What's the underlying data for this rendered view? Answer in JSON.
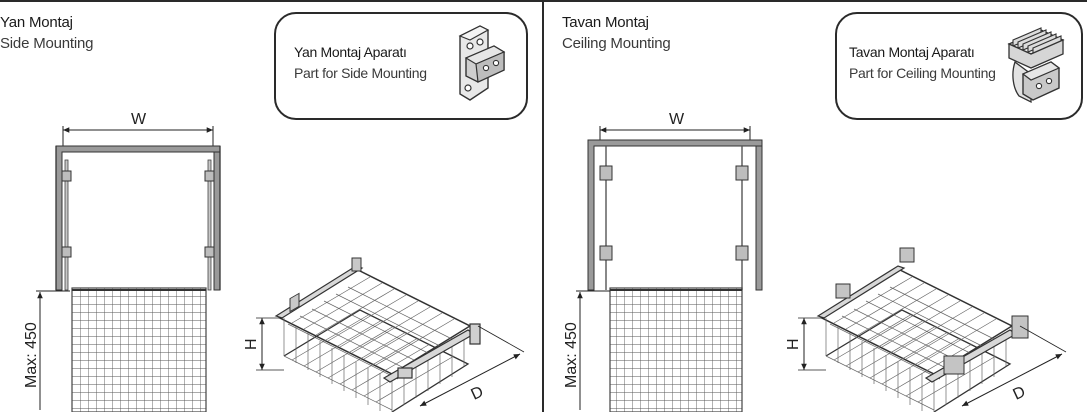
{
  "left_panel": {
    "title_tr": "Yan Montaj",
    "title_en": "Side Mounting",
    "callout": {
      "label_tr": "Yan Montaj Aparatı",
      "label_en": "Part for Side Mounting",
      "icon": "side-mount-bracket-icon"
    },
    "dims": {
      "width": "W",
      "height_limit": "Max: 450",
      "height": "H",
      "depth": "D"
    }
  },
  "right_panel": {
    "title_tr": "Tavan Montaj",
    "title_en": "Ceiling Mounting",
    "callout": {
      "label_tr": "Tavan Montaj Aparatı",
      "label_en": "Part for Ceiling Mounting",
      "icon": "ceiling-mount-bracket-icon"
    },
    "dims": {
      "width": "W",
      "height_limit": "Max: 450",
      "height": "H",
      "depth": "D"
    }
  },
  "colors": {
    "line": "#2a2a2a",
    "mesh": "#5a5a5a",
    "bracket": "#dcdcdc"
  }
}
